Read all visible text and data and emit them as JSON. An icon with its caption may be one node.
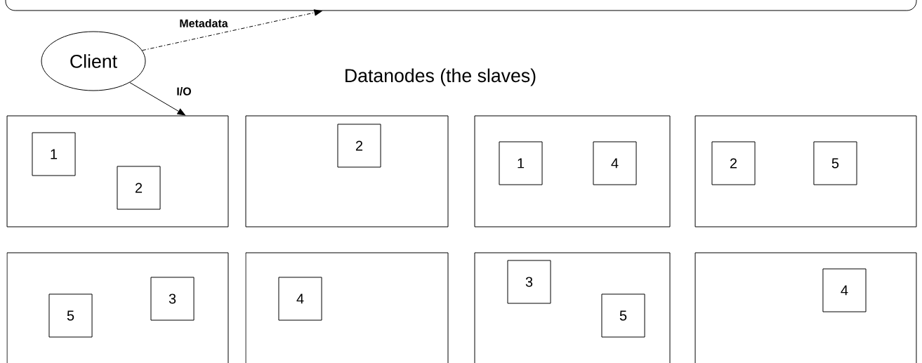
{
  "diagram": {
    "nodes": [
      {
        "text": [],
        "shape": "box"
      },
      {
        "text": [
          "Client"
        ]
      },
      {
        "text": [],
        "shape": "box"
      },
      {
        "text": [],
        "shape": "box"
      },
      {
        "text": [],
        "shape": "box"
      },
      {
        "text": [],
        "shape": "box"
      },
      {
        "text": [],
        "shape": "box"
      },
      {
        "text": [],
        "shape": "box"
      },
      {
        "text": [],
        "shape": "box"
      },
      {
        "text": [],
        "shape": "box"
      },
      {
        "text": [
          "1"
        ],
        "in": 2
      },
      {
        "text": [
          "2"
        ],
        "in": 2
      },
      {
        "text": [
          "2"
        ],
        "in": 3
      },
      {
        "text": [
          "1"
        ],
        "in": 4
      },
      {
        "text": [
          "4"
        ],
        "in": 4
      },
      {
        "text": [
          "2"
        ],
        "in": 5
      },
      {
        "text": [
          "5"
        ],
        "in": 5
      },
      {
        "text": [
          "5"
        ],
        "in": 6
      },
      {
        "text": [
          "3"
        ],
        "in": 6
      },
      {
        "text": [
          "4"
        ],
        "in": 7
      },
      {
        "text": [
          "3"
        ],
        "in": 8
      },
      {
        "text": [
          "5"
        ],
        "in": 8
      },
      {
        "text": [
          "4"
        ],
        "in": 9
      }
    ],
    "edges": [
      {
        "from": 1,
        "to": 0,
        "arrow": "to",
        "label": "Metadata",
        "style": "dashed"
      },
      {
        "from": 1,
        "to": 2,
        "arrow": "to",
        "label": "I/O"
      }
    ],
    "labels": [
      "Datanodes (the slaves)"
    ]
  }
}
